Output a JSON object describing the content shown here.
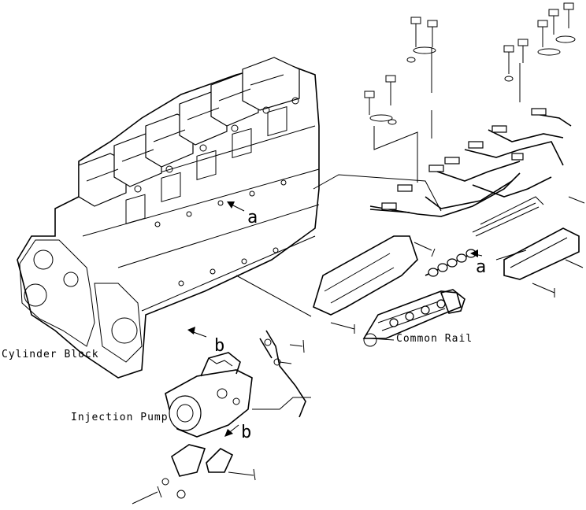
{
  "labels": {
    "cylinder_block": "Cylinder Block",
    "common_rail": "Common Rail",
    "injection_pump": "Injection Pump"
  },
  "markers": {
    "a_engine": "a",
    "a_rail": "a",
    "b_block": "b",
    "b_pump": "b"
  },
  "colors": {
    "ink": "#000000",
    "paper": "#ffffff"
  }
}
